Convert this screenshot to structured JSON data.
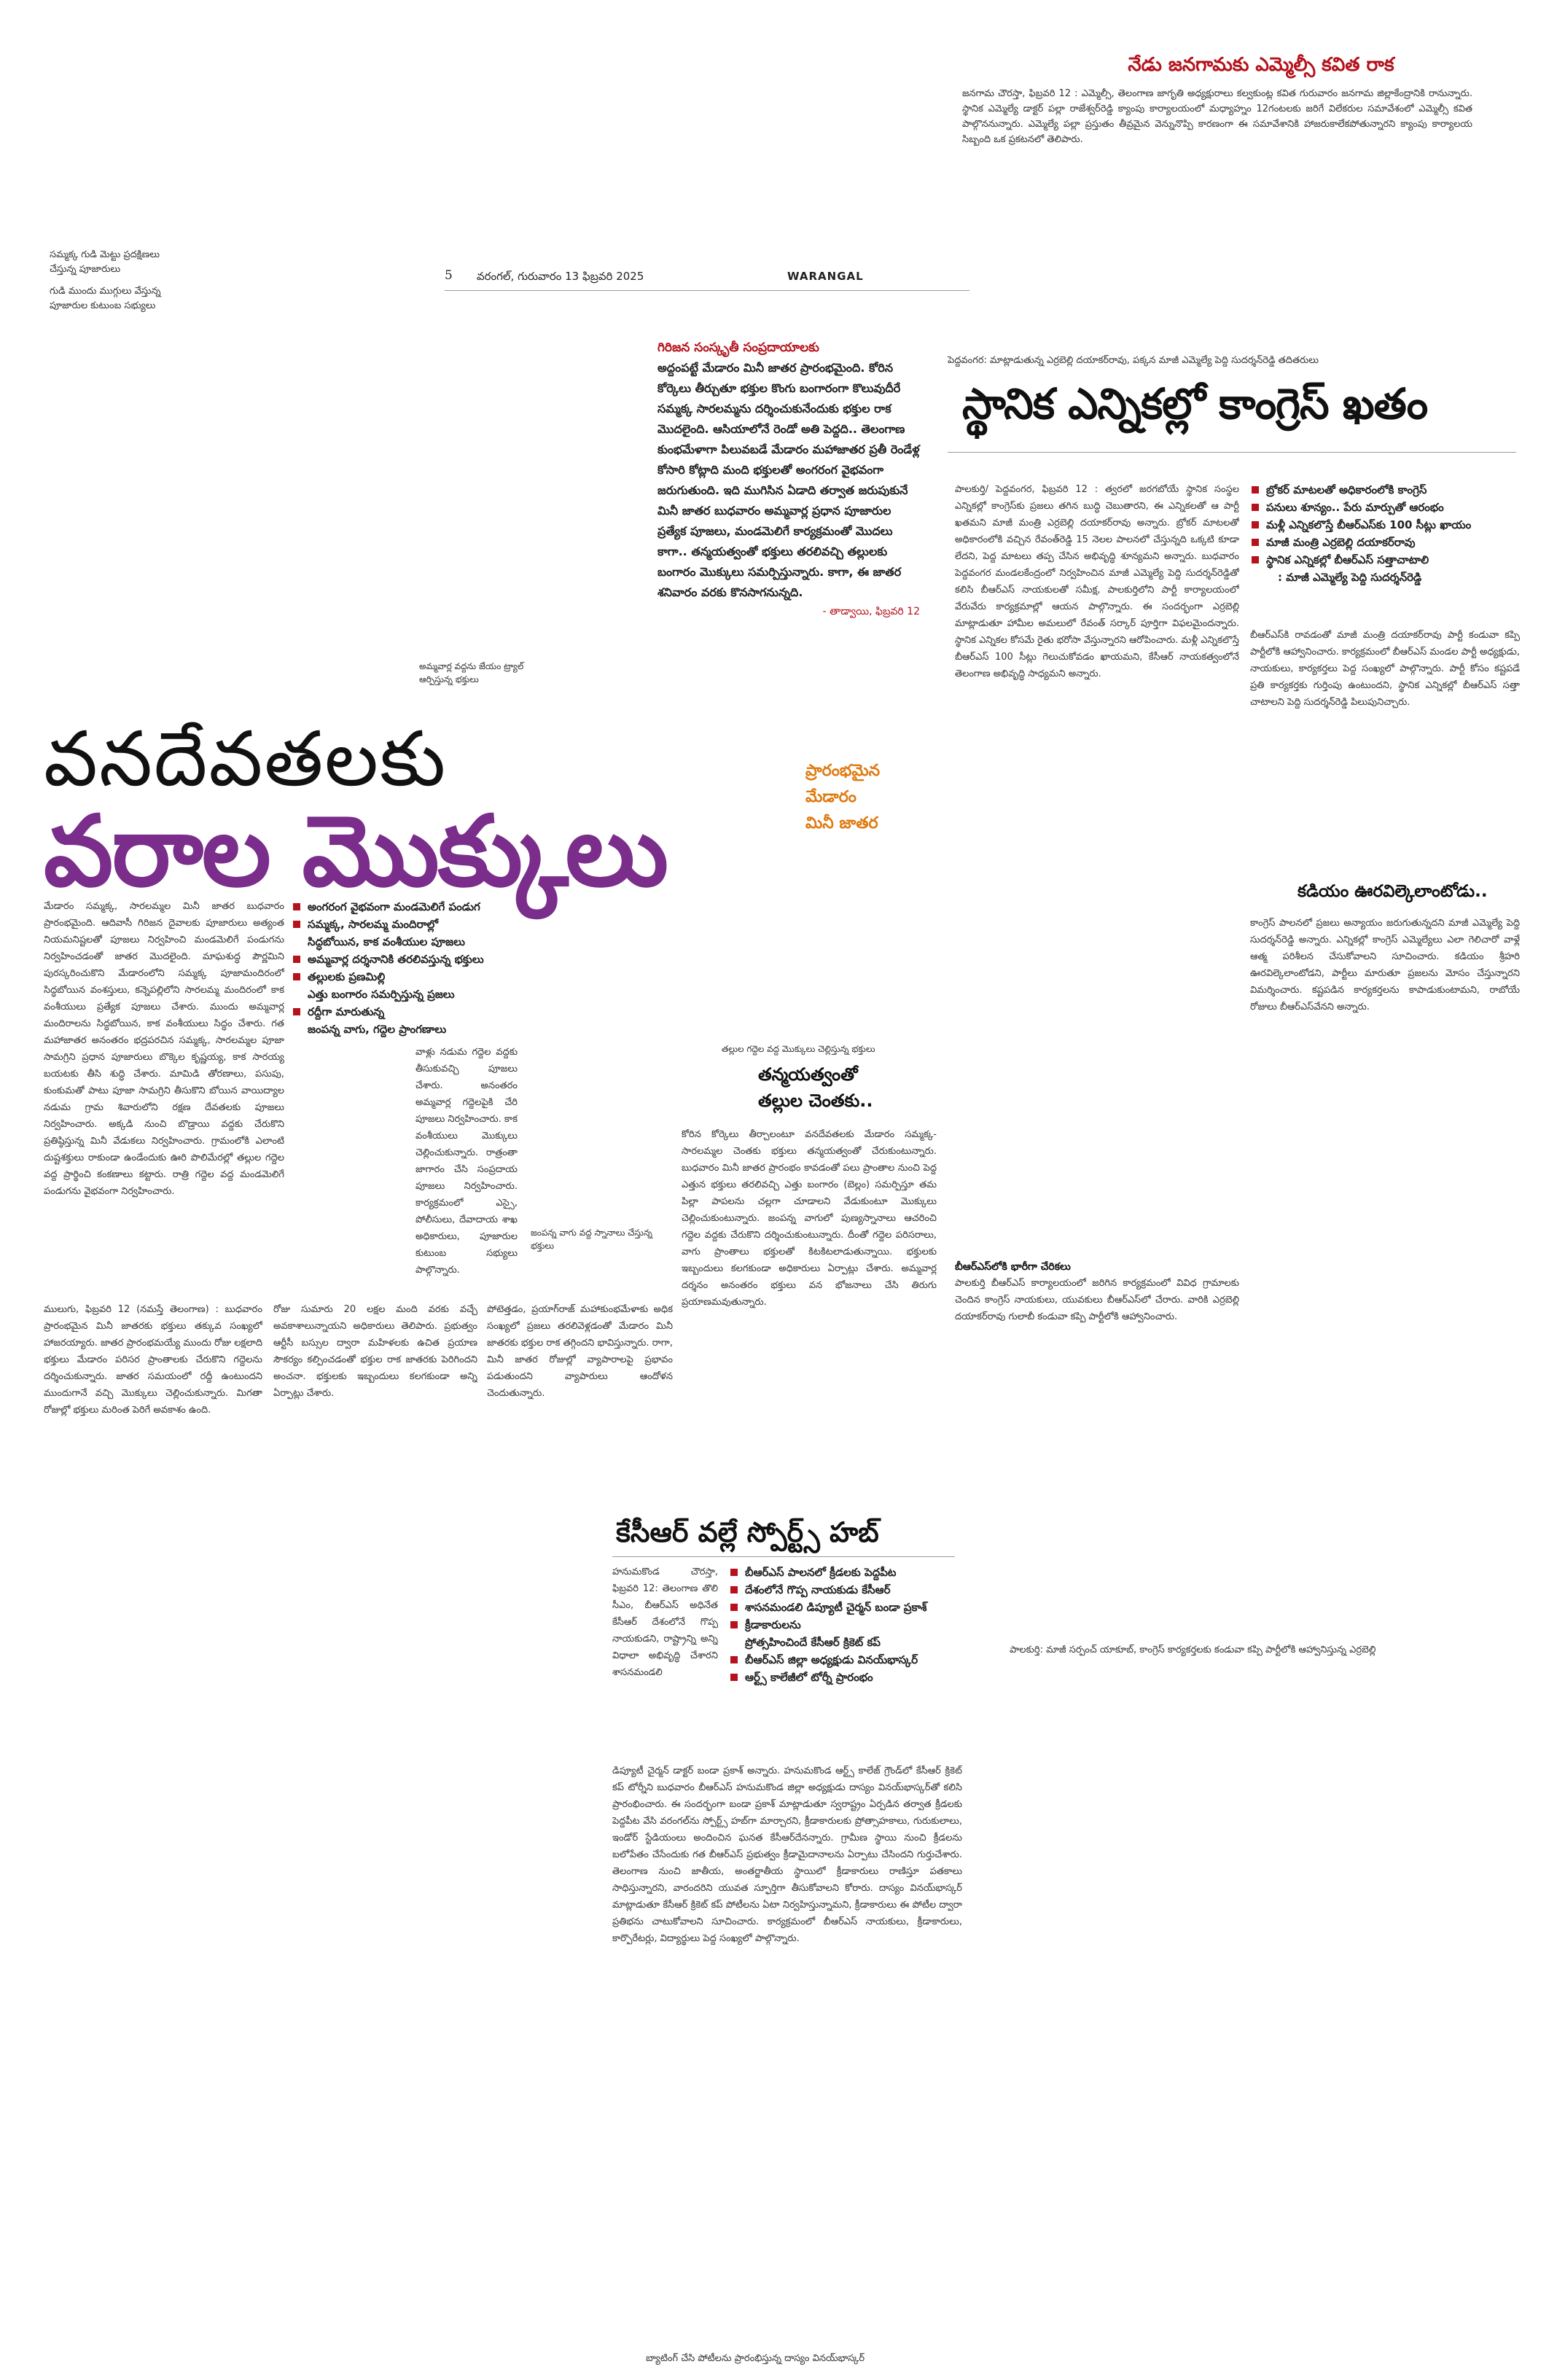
{
  "top_story": {
    "headline": "నేడు జనగామకు ఎమ్మెల్సీ కవిత రాక",
    "body": "జనగామ చౌరస్తా, ఫిబ్రవరి 12 : ఎమ్మెల్సీ, తెలంగాణ జాగృతి అధ్యక్షురాలు కల్వకుంట్ల కవిత గురువారం జనగామ జిల్లాకేంద్రానికి రానున్నారు. స్థానిక ఎమ్మెల్యే డాక్టర్ పల్లా రాజేశ్వర్‌రెడ్డి క్యాంపు కార్యాలయంలో మధ్యాహ్నం 12గంటలకు జరిగే విలేకరుల సమావేశంలో ఎమ్మెల్సీ కవిత పాల్గొననున్నారు. ఎమ్మెల్యే పల్లా ప్రస్తుతం తీవ్రమైన వెన్నునొప్పి కారణంగా ఈ సమావేశానికి హాజరుకాలేకపోతున్నారని క్యాంపు కార్యాలయ సిబ్బంది ఒక ప్రకటనలో తెలిపారు."
  },
  "left_margin": {
    "line1": "సమ్మక్క గుడి మెట్టు ప్రదక్షిణలు",
    "line2": "చేస్తున్న పూజారులు",
    "line3": "గుడి ముందు ముగ్గులు వేస్తున్న",
    "line4": "పూజారుల కుటుంబ సభ్యులు"
  },
  "masthead": {
    "page": "5",
    "date": "వరంగల్, గురువారం 13 ఫిబ్రవరి 2025",
    "edition": "WARANGAL"
  },
  "gp_box": {
    "lead": "గిరిజన సంస్కృతీ సంప్రదాయాలకు",
    "text": "అద్దంపట్టే మేడారం మినీ జాతర ప్రారంభమైంది. కోరిన కోర్కెలు తీర్చుతూ భక్తుల కొంగు బంగారంగా కొలువుదీరే సమ్మక్క సారలమ్మను దర్శించుకునేందుకు భక్తుల రాక మొదలైంది. ఆసియాలోనే రెండో అతి పెద్దది.. తెలంగాణ కుంభమేళాగా పిలువబడే మేడారం మహాజాతర ప్రతీ రెండేళ్ల కోసారి కోట్లాది మంది భక్తులతో అంగరంగ వైభవంగా జరుగుతుంది. ఇది ముగిసిన ఏడాది తర్వాత జరుపుకునే మినీ జాతర బుధవారం అమ్మవార్ల ప్రధాన పూజారుల ప్రత్యేక పూజలు, మండమెలిగే కార్యక్రమంతో మొదలు కాగా.. తన్మయత్వంతో భక్తులు తరలివచ్చి తల్లులకు బంగారం మొక్కులు సమర్పిస్తున్నారు. కాగా, ఈ జాతర శనివారం వరకు కొనసాగనున్నది.",
    "dateline": "- తాడ్వాయి, ఫిబ్రవరి 12"
  },
  "main_story": {
    "headline_line1": "వనదేవతలకు",
    "headline_line2": "వరాల మొక్కులు",
    "photo_caption_small": "అమ్మవార్ల వద్దను జేయం ట్ర్యాల్ ఆర్పిస్తున్న భక్తులు",
    "kicker_line1": "ప్రారంభమైన",
    "kicker_line2": "మేడారం",
    "kicker_line3": "మినీ జాతర",
    "bullets": [
      "అంగరంగ వైభవంగా మండమెలిగే పండుగ",
      "సమ్మక్క, సారలమ్మ మందిరాల్లో",
      "సిద్ధబోయిన, కాక వంశీయుల పూజలు",
      "అమ్మవార్ల దర్శనానికి తరలివస్తున్న భక్తులు",
      "తల్లులకు ప్రణమిల్లి",
      "ఎత్తు బంగారం సమర్పిస్తున్న ప్రజలు",
      "రద్దీగా మారుతున్న",
      "జంపన్న వాగు, గద్దెల ప్రాంగణాలు"
    ],
    "col1": "మేడారం సమ్మక్క, సారలమ్మల మినీ జాతర బుధవారం ప్రారంభమైంది. ఆదివాసీ గిరిజన దైవాలకు పూజారులు అత్యంత నియమనిష్టలతో పూజలు నిర్వహించి మండమెలిగే పండుగను నిర్వహించడంతో జాతర మొదలైంది. మాఘశుద్ధ పౌర్ణమిని పురస్కరించుకొని మేడారంలోని సమ్మక్క పూజామందిరంలో సిద్ధబోయిన వంశస్తులు, కన్నెపల్లిలోని సారలమ్మ మందిరంలో కాక వంశీయులు ప్రత్యేక పూజలు చేశారు. ముందు అమ్మవార్ల మందిరాలను సిద్ధబోయిన, కాక వంశీయులు సిద్ధం చేశారు. గత మహాజాతర అనంతరం భద్రపరచిన సమ్మక్క, సారలమ్మల పూజా సామగ్రిని ప్రధాన పూజారులు బొక్కెల కృష్ణయ్య, కాక సారయ్య బయటకు తీసి శుద్ధి చేశారు. మామిడి తోరణాలు, పసుపు, కుంకుమతో పాటు పూజా సామగ్రిని తీసుకొని బోయిన వాయిద్యాల నడుమ గ్రామ శివారులోని రక్షణ దేవతలకు పూజలు నిర్వహించారు. అక్కడి నుంచి బొడ్రాయి వద్దకు చేరుకొని ప్రతిష్ఠిస్తున్న మినీ వేడుకలు నిర్వహించారు. గ్రామంలోకి ఎలాంటి దుష్టశక్తులు రాకుండా ఉండేందుకు ఊరి పొలిమేరల్లో తల్లుల గద్దెల వద్ద ప్రార్థించి కంకణాలు కట్టారు. రాత్రి గద్దెల వద్ద మండమెలిగే పండుగను వైభవంగా నిర్వహించారు.",
    "col2": "వాళ్లు నడుమ గద్దెల వద్దకు తీసుకువచ్చి పూజలు చేశారు. అనంతరం అమ్మవార్ల గద్దెలపైకి చేరి పూజలు నిర్వహించారు. కాక వంశీయులు మొక్కులు చెల్లించుకున్నారు. రాత్రంతా జాగారం చేసి సంప్రదాయ పూజలు నిర్వహించారు. కార్యక్రమంలో ఎస్సై, పోలీసులు, దేవాదాయ శాఖ అధికారులు, పూజారుల కుటుంబ సభ్యులు పాల్గొన్నారు.",
    "photo_caption": "జంపన్న వాగు వద్ద స్నానాలు చేస్తున్న భక్తులు",
    "col3": "ములుగు, ఫిబ్రవరి 12 (నమస్తే తెలంగాణ) : బుధవారం ప్రారంభమైన మినీ జాతరకు భక్తులు తక్కువ సంఖ్యలో హాజరయ్యారు. జాతర ప్రారంభమయ్యే ముందు రోజు లక్షలాది భక్తులు మేడారం పరిసర ప్రాంతాలకు చేరుకొని గద్దెలను దర్శించుకున్నారు. జాతర సమయంలో రద్దీ ఉంటుందని ముందుగానే వచ్చి మొక్కులు చెల్లించుకున్నారు. మిగతా రోజుల్లో భక్తులు మరింత పెరిగే అవకాశం ఉంది.",
    "col4": "రోజు సుమారు 20 లక్షల మంది వరకు వచ్చే అవకాశాలున్నాయని అధికారులు తెలిపారు. ప్రభుత్వం ఆర్టీసీ బస్సుల ద్వారా మహిళలకు ఉచిత ప్రయాణ సౌకర్యం కల్పించడంతో భక్తుల రాక జాతరకు పెరిగిందని అంచనా. భక్తులకు ఇబ్బందులు కలగకుండా అన్ని ఏర్పాట్లు చేశారు.",
    "col5": "పోటెత్తడం, ప్రయాగ్‌రాజ్ మహాకుంభమేళాకు అధిక సంఖ్యలో ప్రజలు తరలివెళ్లడంతో మేడారం మినీ జాతరకు భక్తుల రాక తగ్గిందని భావిస్తున్నారు. రాగా, మినీ జాతర రోజుల్లో వ్యాపారాలపై ప్రభావం పడుతుందని వ్యాపారులు ఆందోళన చెందుతున్నారు.",
    "col6_headline_kicker": "తల్లుల గద్దెల వద్ద మొక్కులు చెల్లిస్తున్న భక్తులు",
    "col6_headline_1": "తన్మయత్వంతో",
    "col6_headline_2": "తల్లుల చెంతకు..",
    "col6": "కోరిన కోర్కెలు తీర్చాలంటూ వనదేవతలకు మేడారం సమ్మక్క-సారలమ్మల చెంతకు భక్తులు తన్మయత్వంతో చేరుకుంటున్నారు. బుధవారం మినీ జాతర ప్రారంభం కావడంతో పలు ప్రాంతాల నుంచి పెద్ద ఎత్తున భక్తులు తరలివచ్చి ఎత్తు బంగారం (బెల్లం) సమర్పిస్తూ తమ పిల్లా పాపలను చల్లగా చూడాలని వేడుకుంటూ మొక్కులు చెల్లించుకుంటున్నారు. జంపన్న వాగులో పుణ్యస్నానాలు ఆచరించి గద్దెల వద్దకు చేరుకొని దర్శించుకుంటున్నారు. దీంతో గద్దెల పరిసరాలు, వాగు ప్రాంతాలు భక్తులతో కిటకిటలాడుతున్నాయి. భక్తులకు ఇబ్బందులు కలగకుండా అధికారులు ఏర్పాట్లు చేశారు. అమ్మవార్ల దర్శనం అనంతరం భక్తులు వన భోజనాలు చేసి తిరుగు ప్రయాణమవుతున్నారు."
  },
  "right_story": {
    "caption": "పెద్దవంగర: మాట్లాడుతున్న ఎర్రబెల్లి దయాకర్‌రావు, పక్కన మాజీ ఎమ్మెల్యే పెద్ది సుదర్శన్‌రెడ్డి తదితరులు",
    "headline": "స్థానిక ఎన్నికల్లో కాంగ్రెస్ ఖతం",
    "bullets": [
      "బ్రోకర్ మాటలతో అధికారంలోకి కాంగ్రెస్",
      "పనులు శూన్యం.. పేరు మార్పుతో ఆరంభం",
      "మళ్లీ ఎన్నికలొస్తే బీఆర్‌ఎస్‌కు 100 సీట్లు ఖాయం",
      "మాజీ మంత్రి ఎర్రబెల్లి దయాకర్‌రావు",
      "స్థానిక ఎన్నికల్లో బీఆర్‌ఎస్ సత్తాచాటాలి",
      ": మాజీ ఎమ్మెల్యే పెద్ది సుదర్శన్‌రెడ్డి"
    ],
    "col1": "పాలకుర్తి/ పెద్దవంగర, ఫిబ్రవరి 12 : త్వరలో జరగబోయే స్థానిక సంస్థల ఎన్నికల్లో కాంగ్రెస్‌కు ప్రజలు తగిన బుద్ధి చెబుతారని, ఈ ఎన్నికలతో ఆ పార్టీ ఖతమని మాజీ మంత్రి ఎర్రబెల్లి దయాకర్‌రావు అన్నారు. బ్రోకర్ మాటలతో అధికారంలోకి వచ్చిన రేవంత్‌రెడ్డి 15 నెలల పాలనలో చేస్తున్నది ఒక్కటి కూడా లేదని, పెద్ద మాటలు తప్ప చేసిన అభివృద్ధి శూన్యమని అన్నారు. బుధవారం పెద్దవంగర మండలకేంద్రంలో నిర్వహించిన మాజీ ఎమ్మెల్యే పెద్ది సుదర్శన్‌రెడ్డితో కలిసి బీఆర్‌ఎస్ నాయకులతో సమీక్ష, పాలకుర్తిలోని పార్టీ కార్యాలయంలో వేరువేరు కార్యక్రమాల్లో ఆయన పాల్గొన్నారు. ఈ సందర్భంగా ఎర్రబెల్లి మాట్లాడుతూ హామీల అమలులో రేవంత్ సర్కార్ పూర్తిగా విఫలమైందన్నారు. స్థానిక ఎన్నికల కోసమే రైతు భరోసా వేస్తున్నారని ఆరోపించారు. మళ్లీ ఎన్నికలొస్తే బీఆర్‌ఎస్ 100 సీట్లు గెలుచుకోవడం ఖాయమని, కేసీఆర్ నాయకత్వంలోనే తెలంగాణ అభివృద్ధి సాధ్యమని అన్నారు.",
    "col2": "బీఆర్‌ఎస్‌కి రావడంతో మాజీ మంత్రి దయాకర్‌రావు పార్టీ కండువా కప్పి పార్టీలోకి ఆహ్వానించారు. కార్యక్రమంలో బీఆర్‌ఎస్ మండల పార్టీ అధ్యక్షుడు, నాయకులు, కార్యకర్తలు పెద్ద సంఖ్యలో పాల్గొన్నారు. పార్టీ కోసం కష్టపడే ప్రతి కార్యకర్తకు గుర్తింపు ఉంటుందని, స్థానిక ఎన్నికల్లో బీఆర్‌ఎస్ సత్తా చాటాలని పెద్ది సుదర్శన్‌రెడ్డి పిలుపునిచ్చారు.",
    "sub_headline": "కడియం ఊరవిల్కెలాంటోడు..",
    "col3": "కాంగ్రెస్ పాలనలో ప్రజలు అన్యాయం జరుగుతున్నదని మాజీ ఎమ్మెల్యే పెద్ది సుదర్శన్‌రెడ్డి అన్నారు. ఎన్నికల్లో కాంగ్రెస్ ఎమ్మెల్యేలు ఎలా గెలిచారో వాళ్లే ఆత్మ పరిశీలన చేసుకోవాలని సూచించారు. కడియం శ్రీహరి ఊరవిల్కెలాంటోడని, పార్టీలు మారుతూ ప్రజలను మోసం చేస్తున్నారని విమర్శించారు. కష్టపడిన కార్యకర్తలను కాపాడుకుంటామని, రాబోయే రోజులు బీఆర్‌ఎస్‌వేనని అన్నారు.",
    "col1b_head": "బీఆర్‌ఎస్‌లోకి భారీగా చేరికలు",
    "col1b": "పాలకుర్తి బీఆర్‌ఎస్ కార్యాలయంలో జరిగిన కార్యక్రమంలో వివిధ గ్రామాలకు చెందిన కాంగ్రెస్ నాయకులు, యువకులు బీఆర్‌ఎస్‌లో చేరారు. వారికి ఎర్రబెల్లి దయాకర్‌రావు గులాబీ కండువా కప్పి పార్టీలోకి ఆహ్వానించారు."
  },
  "sports": {
    "headline": "కేసీఆర్ వల్లే స్పోర్ట్స్ హబ్",
    "bullets": [
      "బీఆర్‌ఎస్ పాలనలో క్రీడలకు పెద్దపీట",
      "దేశంలోనే గొప్ప నాయకుడు కేసీఆర్",
      "శాసనమండలి డిప్యూటీ చైర్మన్ బండా ప్రకాశ్",
      "క్రీడాకారులను",
      "ప్రోత్సహించిందే కేసీఆర్ క్రికెట్ కప్",
      "బీఆర్‌ఎస్ జిల్లా అధ్యక్షుడు వినయ్‌భాస్కర్",
      "ఆర్ట్స్ కాలేజీలో టోర్నీ ప్రారంభం"
    ],
    "intro": "హనుమకొండ చౌరస్తా, ఫిబ్రవరి 12: తెలంగాణ తొలి సీఎం, బీఆర్‌ఎస్ అధినేత కేసీఆర్ దేశంలోనే గొప్ప నాయకుడని, రాష్ట్రాన్ని అన్ని విధాలా అభివృద్ధి చేశారని శాసనమండలి",
    "body": "డిప్యూటీ చైర్మన్ డాక్టర్ బండా ప్రకాశ్ అన్నారు. హనుమకొండ ఆర్ట్స్ కాలేజ్ గ్రౌండ్‌లో కేసీఆర్ క్రికెట్ కప్ టోర్నీని బుధవారం బీఆర్‌ఎస్ హనుమకొండ జిల్లా అధ్యక్షుడు దాస్యం వినయ్‌భాస్కర్‌తో కలిసి ప్రారంభించారు. ఈ సందర్భంగా బండా ప్రకాశ్ మాట్లాడుతూ స్వరాష్ట్రం ఏర్పడిన తర్వాత క్రీడలకు పెద్దపీట వేసి వరంగల్‌ను స్పోర్ట్స్ హబ్‌గా మార్చారని, క్రీడాకారులకు ప్రోత్సాహకాలు, గురుకులాలు, ఇండోర్ స్టేడియంలు అందించిన ఘనత కేసీఆర్‌దేనన్నారు. గ్రామీణ స్థాయి నుంచి క్రీడలను బలోపేతం చేసేందుకు గత బీఆర్‌ఎస్ ప్రభుత్వం క్రీడామైదానాలను ఏర్పాటు చేసిందని గుర్తుచేశారు. తెలంగాణ నుంచి జాతీయ, అంతర్జాతీయ స్థాయిలో క్రీడాకారులు రాణిస్తూ పతకాలు సాధిస్తున్నారని, వారందరిని యువత స్ఫూర్తిగా తీసుకోవాలని కోరారు. దాస్యం వినయ్‌భాస్కర్ మాట్లాడుతూ కేసీఆర్ క్రికెట్ కప్ పోటీలను ఏటా నిర్వహిస్తున్నామని, క్రీడాకారులు ఈ పోటీల ద్వారా ప్రతిభను చాటుకోవాలని సూచించారు. కార్యక్రమంలో బీఆర్‌ఎస్ నాయకులు, క్రీడాకారులు, కార్పొరేటర్లు, విద్యార్థులు పెద్ద సంఖ్యలో పాల్గొన్నారు.",
    "caption": "బ్యాటింగ్ చేసి పోటీలను ప్రారంభిస్తున్న దాస్యం వినయ్‌భాస్కర్"
  },
  "right_bottom_caption": "పాలకుర్తి: మాజీ సర్పంచ్ యాకూబ్, కాంగ్రెస్ కార్యకర్తలకు కండువా కప్పి పార్టీలోకి ఆహ్వానిస్తున్న ఎర్రబెల్లి",
  "colors": {
    "accent_red": "#b5121b",
    "headline_purple": "#7a2d8a",
    "kicker_orange": "#e07a10"
  }
}
